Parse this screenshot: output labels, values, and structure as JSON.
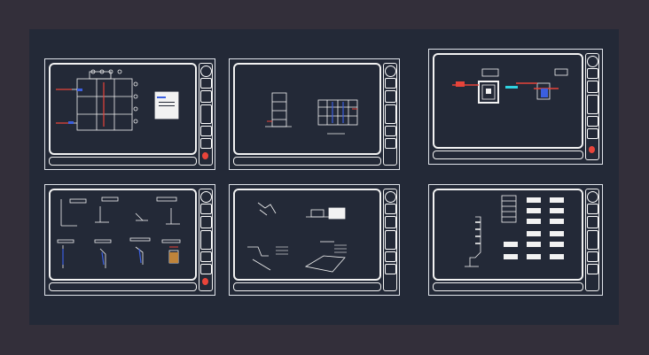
{
  "viewport": {
    "background": "#332f3a",
    "canvas_color": "#232937"
  },
  "sheets": [
    {
      "id": "sheet-1",
      "content": "floor-plan"
    },
    {
      "id": "sheet-2",
      "content": "elevations"
    },
    {
      "id": "sheet-3",
      "content": "site-detail"
    },
    {
      "id": "sheet-4",
      "content": "construction-details"
    },
    {
      "id": "sheet-5",
      "content": "section-details"
    },
    {
      "id": "sheet-6",
      "content": "schedules"
    }
  ],
  "colors": {
    "line": "#f2f2f2",
    "accent_red": "#e8443a",
    "accent_blue": "#3b5fe0",
    "accent_cyan": "#2fd3e0"
  }
}
